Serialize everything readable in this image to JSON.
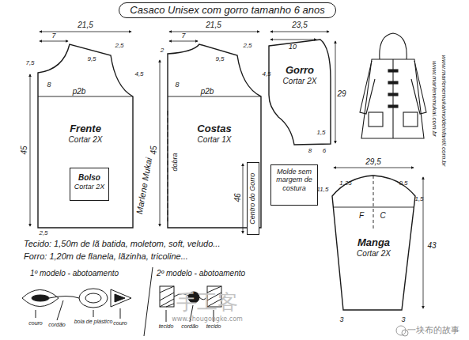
{
  "diagram": {
    "nodes": [
      {
        "text": [
          "Casaco Unisex com gorro tamanho 6 anos"
        ]
      },
      {
        "text": [
          "Frente",
          "Cortar 2X"
        ]
      },
      {
        "text": [
          "Bolso",
          "Cortar 2X"
        ],
        "in": 1
      },
      {
        "text": [
          "Costas",
          "Cortar 1X"
        ]
      },
      {
        "text": [
          "Gorro",
          "Cortar 2X"
        ]
      },
      {
        "text": [
          "Centro do Gorro"
        ]
      },
      {
        "text": [
          "Molde sem margem de costura"
        ]
      },
      {
        "text": [
          "Manga",
          "Cortar 2X"
        ]
      }
    ],
    "labels": [
      "21,5",
      "7",
      "2,5",
      "7,5",
      "9,5",
      "4,5",
      "p2b",
      "8",
      "45",
      "2,5",
      "21,5",
      "7",
      "2,5",
      "2",
      "9,5",
      "4,5",
      "p2b",
      "8",
      "45",
      "dobra",
      "23,5",
      "10",
      "29",
      "1,5",
      "6",
      "8",
      "46",
      "29,5",
      "1,25",
      "0,5",
      "11,5",
      "1,5",
      "F",
      "C",
      "43",
      "3",
      "3",
      "Tecido: 1,50m de lã batida, moletom, soft, veludo...",
      "Forro: 1,20m de flanela, lãzinha, tricoline...",
      "1º modelo - abotoamento",
      "couro",
      "cordão",
      "bola de plástico",
      "couro",
      "2º modelo - abotoamento",
      "tecido",
      "cordão",
      "tecido",
      "Marlene Mukai",
      "www.marlenemukai.com.br",
      "www.marlenemukaimoldeinfantil.com.br",
      "手工客",
      "www.shougongke.com",
      "一块布的故事"
    ]
  }
}
